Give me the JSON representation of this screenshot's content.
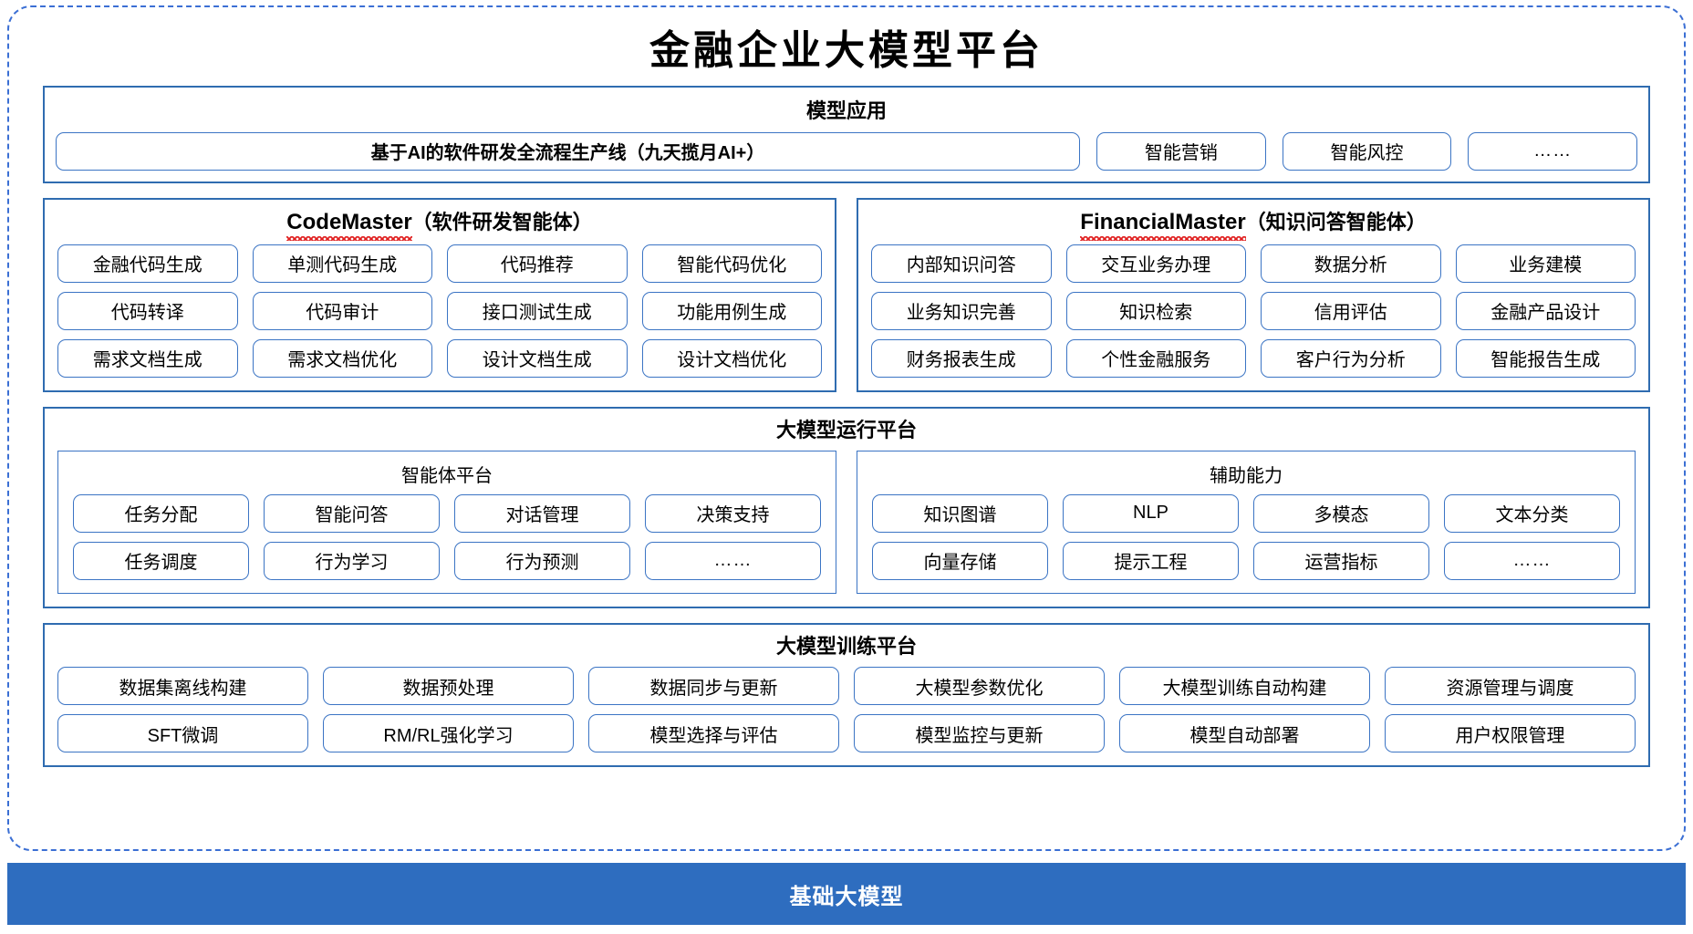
{
  "page": {
    "title": "金融企业大模型平台",
    "colors": {
      "outer_frame": "#3B6FD4",
      "panel_border": "#2F6CB0",
      "chip_border": "#3B74C4",
      "base_bar": "#2E6DBF",
      "spellcheck_squiggle": "#E02020"
    }
  },
  "model_application": {
    "title": "模型应用",
    "items": [
      "基于AI的软件研发全流程生产线（九天揽月AI+）",
      "智能营销",
      "智能风控",
      "……"
    ]
  },
  "agents": [
    {
      "name_latin": "CodeMaster",
      "name_cn": "（软件研发智能体）",
      "rows": [
        [
          "金融代码生成",
          "单测代码生成",
          "代码推荐",
          "智能代码优化"
        ],
        [
          "代码转译",
          "代码审计",
          "接口测试生成",
          "功能用例生成"
        ],
        [
          "需求文档生成",
          "需求文档优化",
          "设计文档生成",
          "设计文档优化"
        ]
      ]
    },
    {
      "name_latin": "FinancialMaster",
      "name_cn": "（知识问答智能体）",
      "rows": [
        [
          "内部知识问答",
          "交互业务办理",
          "数据分析",
          "业务建模"
        ],
        [
          "业务知识完善",
          "知识检索",
          "信用评估",
          "金融产品设计"
        ],
        [
          "财务报表生成",
          "个性金融服务",
          "客户行为分析",
          "智能报告生成"
        ]
      ]
    }
  ],
  "runtime_platform": {
    "title": "大模型运行平台",
    "subpanels": [
      {
        "title": "智能体平台",
        "rows": [
          [
            "任务分配",
            "智能问答",
            "对话管理",
            "决策支持"
          ],
          [
            "任务调度",
            "行为学习",
            "行为预测",
            "……"
          ]
        ]
      },
      {
        "title": "辅助能力",
        "rows": [
          [
            "知识图谱",
            "NLP",
            "多模态",
            "文本分类"
          ],
          [
            "向量存储",
            "提示工程",
            "运营指标",
            "……"
          ]
        ]
      }
    ]
  },
  "training_platform": {
    "title": "大模型训练平台",
    "rows": [
      [
        "数据集离线构建",
        "数据预处理",
        "数据同步与更新",
        "大模型参数优化",
        "大模型训练自动构建",
        "资源管理与调度"
      ],
      [
        "SFT微调",
        "RM/RL强化学习",
        "模型选择与评估",
        "模型监控与更新",
        "模型自动部署",
        "用户权限管理"
      ]
    ]
  },
  "base_bar": {
    "label": "基础大模型"
  }
}
